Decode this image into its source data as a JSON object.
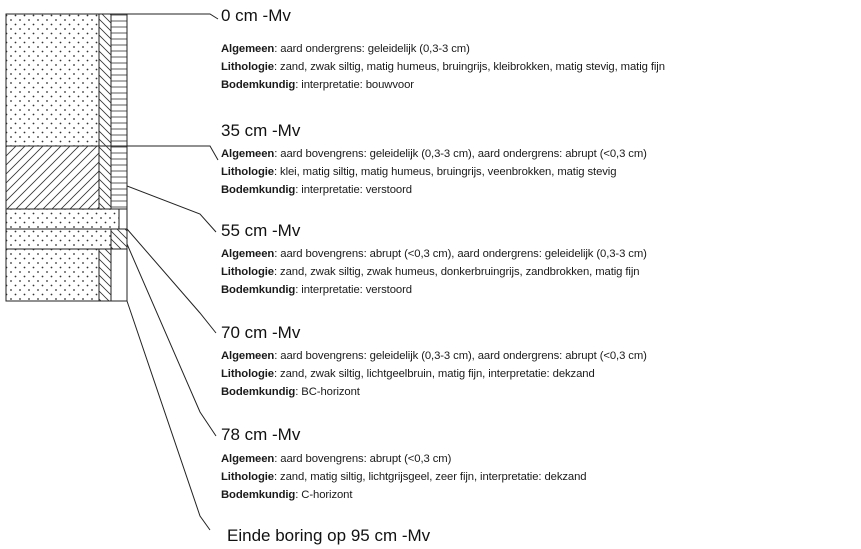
{
  "layers": [
    {
      "depth": "0 cm -Mv",
      "lines": [
        {
          "label": "Algemeen",
          "text": ": aard ondergrens: geleidelijk (0,3-3 cm)"
        },
        {
          "label": "Lithologie",
          "text": ": zand, zwak siltig, matig humeus, bruingrijs, kleibrokken, matig stevig, matig fijn"
        },
        {
          "label": "Bodemkundig",
          "text": ": interpretatie: bouwvoor"
        }
      ]
    },
    {
      "depth": "35 cm -Mv",
      "lines": [
        {
          "label": "Algemeen",
          "text": ": aard bovengrens: geleidelijk (0,3-3 cm), aard ondergrens: abrupt (<0,3 cm)"
        },
        {
          "label": "Lithologie",
          "text": ": klei, matig siltig, matig humeus, bruingrijs, veenbrokken, matig stevig"
        },
        {
          "label": "Bodemkundig",
          "text": ": interpretatie: verstoord"
        }
      ]
    },
    {
      "depth": "55 cm -Mv",
      "lines": [
        {
          "label": "Algemeen",
          "text": ": aard bovengrens: abrupt (<0,3 cm), aard ondergrens: geleidelijk (0,3-3 cm)"
        },
        {
          "label": "Lithologie",
          "text": ": zand, zwak siltig, zwak humeus, donkerbruingrijs, zandbrokken, matig fijn"
        },
        {
          "label": "Bodemkundig",
          "text": ": interpretatie: verstoord"
        }
      ]
    },
    {
      "depth": "70 cm -Mv",
      "lines": [
        {
          "label": "Algemeen",
          "text": ": aard bovengrens: geleidelijk (0,3-3 cm), aard ondergrens: abrupt (<0,3 cm)"
        },
        {
          "label": "Lithologie",
          "text": ": zand, zwak siltig, lichtgeelbruin, matig fijn, interpretatie: dekzand"
        },
        {
          "label": "Bodemkundig",
          "text": ": BC-horizont"
        }
      ]
    },
    {
      "depth": "78 cm -Mv",
      "lines": [
        {
          "label": "Algemeen",
          "text": ": aard bovengrens: abrupt (<0,3 cm)"
        },
        {
          "label": "Lithologie",
          "text": ": zand, matig siltig, lichtgrijsgeel, zeer fijn, interpretatie: dekzand"
        },
        {
          "label": "Bodemkundig",
          "text": ": C-horizont"
        }
      ]
    }
  ],
  "end_text": "Einde boring op 95 cm -Mv"
}
